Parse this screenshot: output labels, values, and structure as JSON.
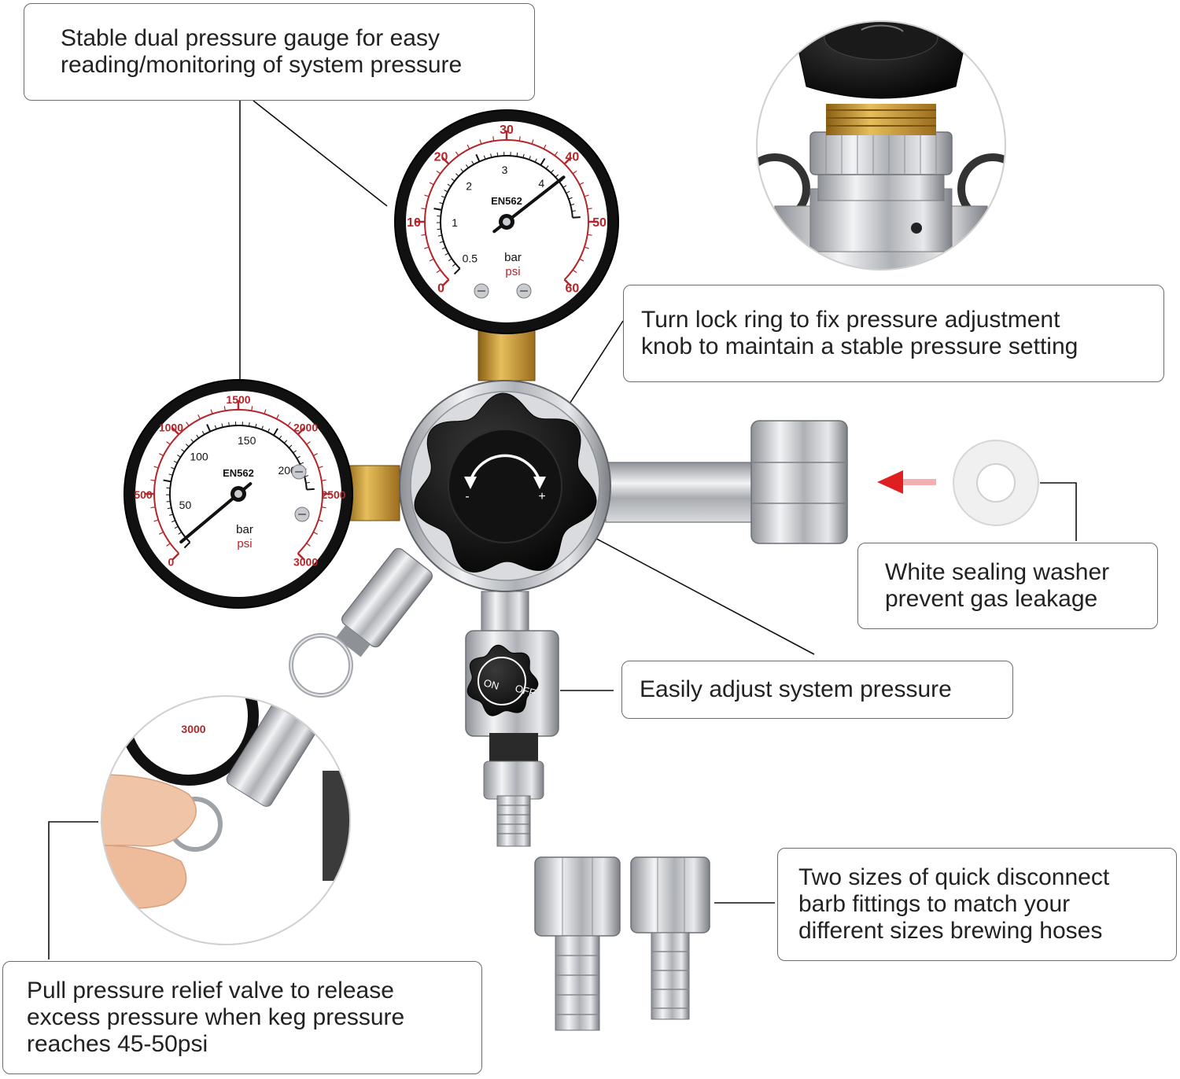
{
  "callouts": {
    "gauge": {
      "line1": "Stable dual pressure gauge for easy",
      "line2": "reading/monitoring of system pressure"
    },
    "lock_ring": {
      "line1": "Turn lock ring to fix pressure adjustment",
      "line2": "knob to maintain a stable pressure setting"
    },
    "washer": {
      "line1": "White sealing washer",
      "line2": "prevent gas leakage"
    },
    "adjust": {
      "line1": "Easily adjust system pressure"
    },
    "barb": {
      "line1": "Two sizes of quick disconnect",
      "line2": "barb fittings to match your",
      "line3": "different sizes brewing hoses"
    },
    "relief": {
      "line1": "Pull pressure relief valve to release",
      "line2": "excess pressure when keg pressure",
      "line3": "reaches 45-50psi"
    }
  },
  "low_gauge": {
    "model": "EN562",
    "unit_bar": "bar",
    "unit_psi": "psi",
    "psi_ticks": [
      "0",
      "10",
      "20",
      "30",
      "40",
      "50",
      "60"
    ],
    "bar_ticks": [
      "0.5",
      "1",
      "2",
      "3",
      "4"
    ]
  },
  "high_gauge": {
    "model": "EN562",
    "unit_bar": "bar",
    "unit_psi": "psi",
    "psi_ticks": [
      "0",
      "500",
      "1000",
      "1500",
      "2000",
      "2500",
      "3000"
    ],
    "bar_ticks": [
      "50",
      "100",
      "150",
      "200"
    ]
  },
  "knob": {
    "minus": "-",
    "plus": "+"
  },
  "valve": {
    "on": "ON",
    "off": "OFF"
  },
  "inset_relief": {
    "gauge_label": "3000"
  },
  "colors": {
    "gauge_red": "#b3262a",
    "arrow_red": "#e02020",
    "border_grey": "#6b6b6b",
    "brass": "#c8982e"
  }
}
